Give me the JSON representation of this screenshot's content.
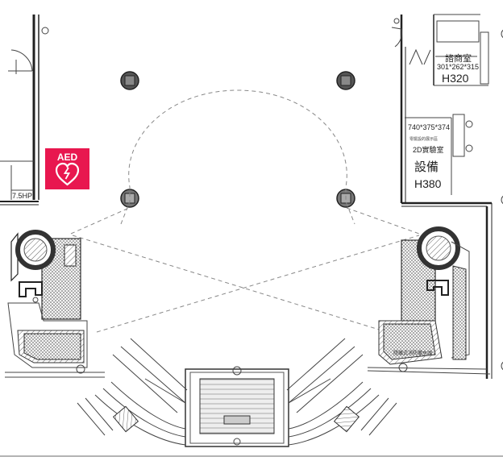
{
  "colors": {
    "aed_background": "#e8174f",
    "aed_foreground": "#ffffff",
    "walls": "#222222",
    "dashed_lines": "#888888",
    "frame_line": "#9a9a9a"
  },
  "icons": {
    "aed": "aed-heart-icon"
  },
  "aed": {
    "label": "AED"
  },
  "left_wall": {
    "label": "7.5HP"
  },
  "rooms": {
    "top_right": {
      "name": "諮商室",
      "dims": "301*262*315",
      "height": "H320"
    },
    "right": {
      "dims": "740*375*374",
      "note": "零擺設的展示區",
      "name": "2D實驗室",
      "equipment": "設備",
      "height": "H380"
    }
  },
  "planter_right": {
    "label": "隱藏式消防撒水頭"
  }
}
